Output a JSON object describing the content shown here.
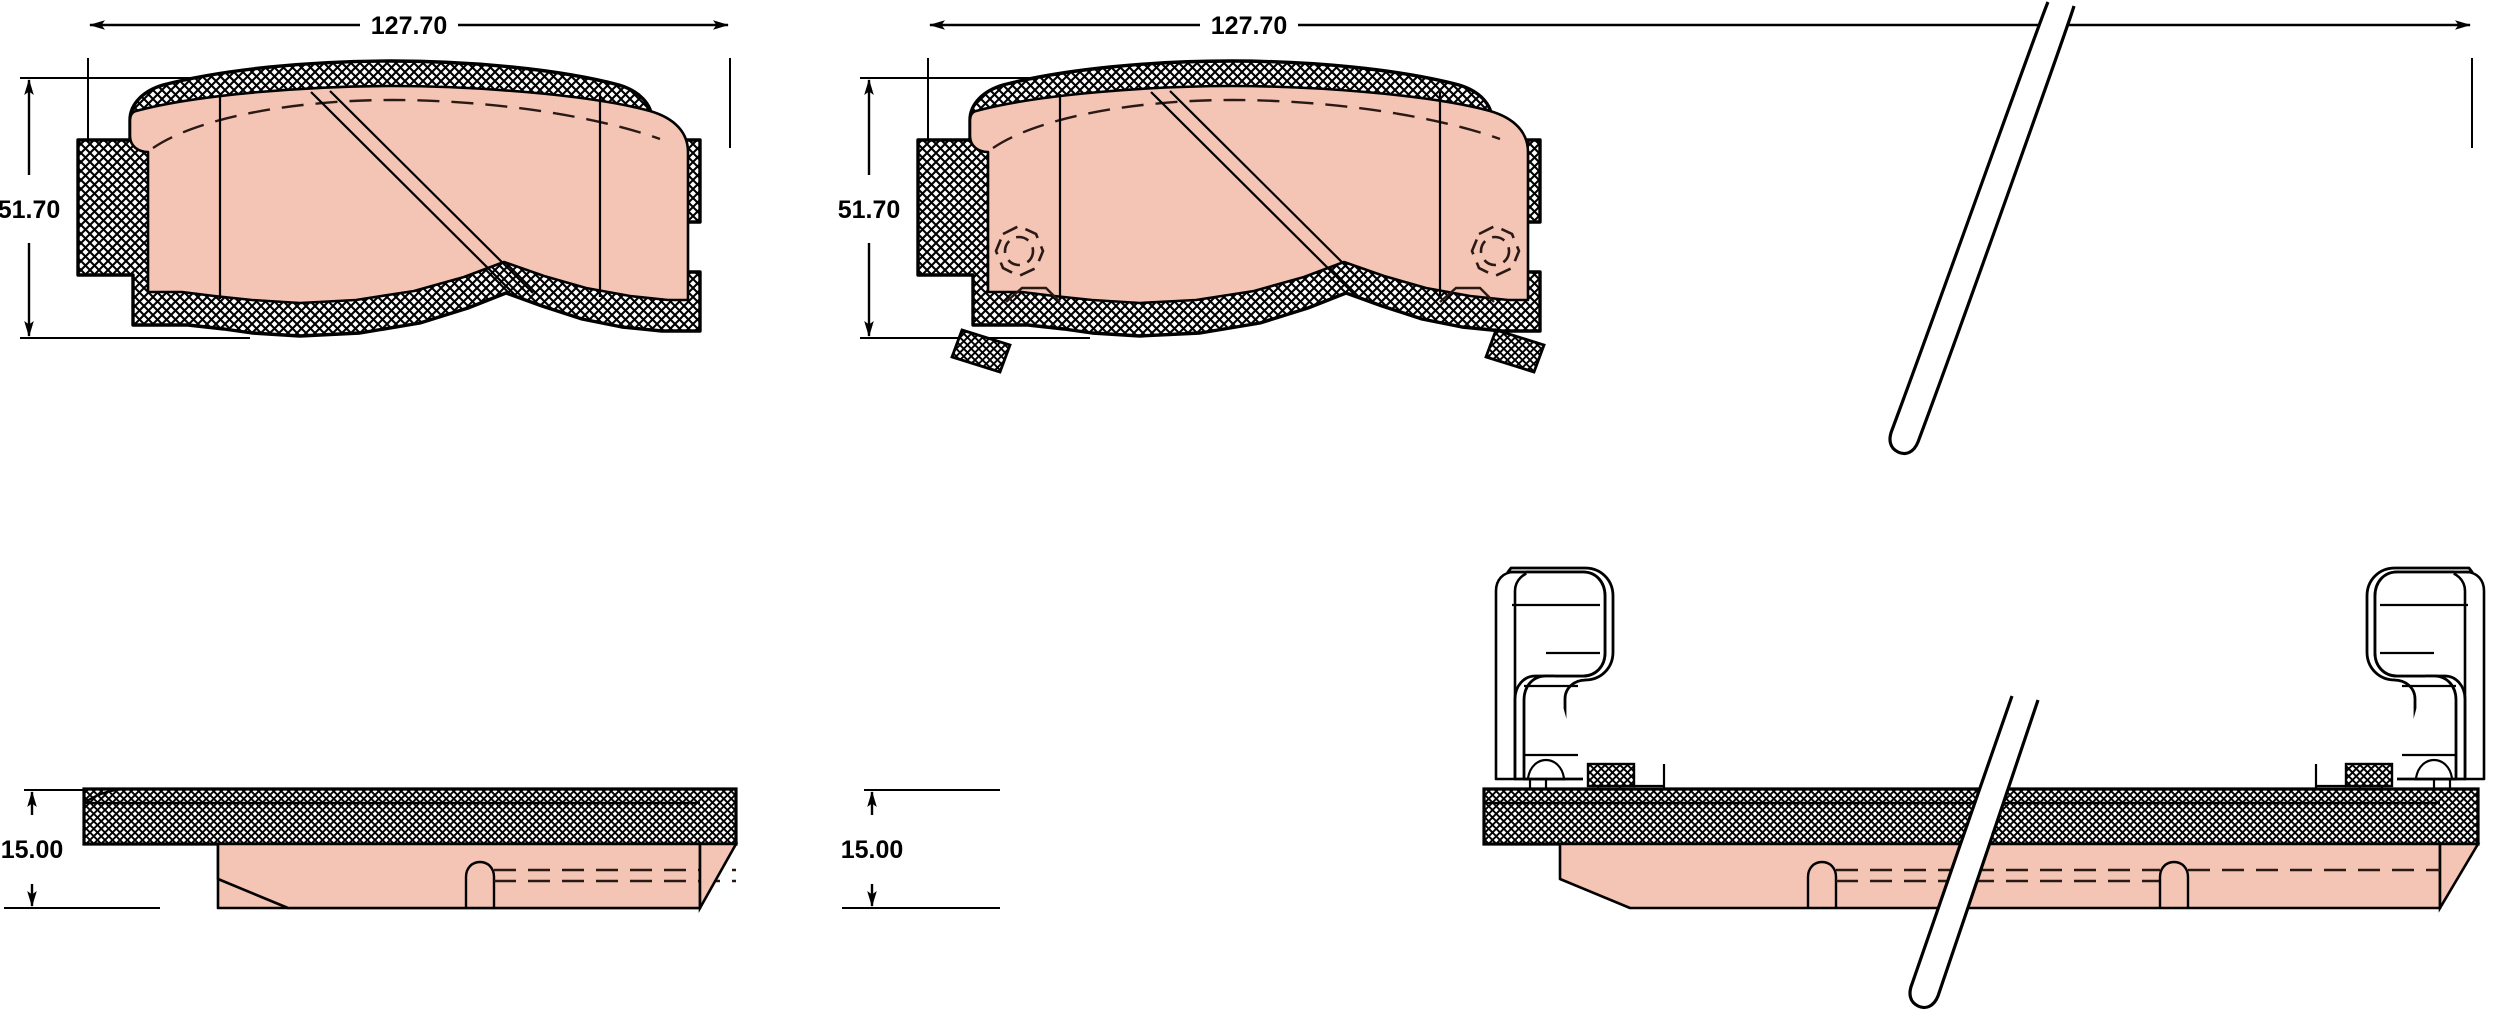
{
  "drawing": {
    "type": "technical-drawing",
    "subject": "disc brake pad set",
    "units": "mm",
    "background_color": "#ffffff",
    "line_color": "#000000",
    "friction_material_color": "#f4c4b4",
    "backing_plate_fill": "hatch-crosshatch",
    "views": [
      {
        "id": "left-pad-face",
        "name": "plain pad front view",
        "position": "top-left"
      },
      {
        "id": "left-pad-edge",
        "name": "plain pad edge view",
        "position": "bottom-left"
      },
      {
        "id": "right-pad-face",
        "name": "pad with wear indicator front view",
        "position": "top-right"
      },
      {
        "id": "right-pad-edge",
        "name": "pad with wear indicator edge view",
        "position": "bottom-right"
      }
    ]
  },
  "dimensions": {
    "left": {
      "width": "127.70",
      "height": "51.70",
      "thickness": "15.00"
    },
    "right": {
      "width": "127.70",
      "height": "51.70",
      "thickness": "15.00"
    }
  },
  "features": {
    "wear_indicator_holes": 2,
    "retaining_clips": 2,
    "sensor_wires": 2,
    "octagonal_hole_label": "wear-sensor-mount-hole",
    "clip_label": "retaining-clip",
    "wire_label": "wear-sensor-wire"
  },
  "labels": {
    "width_left": "127.70",
    "height_left": "51.70",
    "thickness_left": "15.00",
    "width_right": "127.70",
    "height_right": "51.70",
    "thickness_right": "15.00"
  }
}
